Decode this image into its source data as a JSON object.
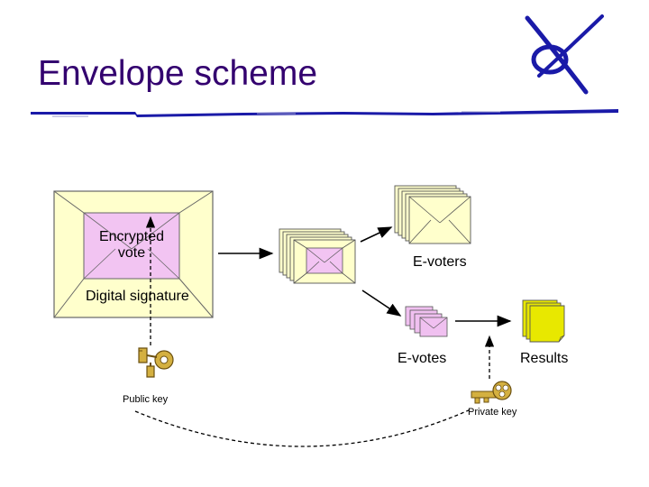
{
  "slide": {
    "title": "Envelope scheme"
  },
  "diagram": {
    "big_envelope": {
      "inner_label_line1": "Encrypted",
      "inner_label_line2": "vote",
      "signature_label": "Digital signature"
    },
    "labels": {
      "e_voters": "E-voters",
      "e_votes": "E-votes",
      "results": "Results",
      "public_key": "Public key",
      "private_key": "Private key"
    },
    "colors": {
      "title": "#33006f",
      "rule": "#1a1aa8",
      "envelope_fill": "#ffffcc",
      "inner_fill": "#f2c4f2",
      "e_vote_fill": "#f0c0f0",
      "results_fill": "#e8e800",
      "key_fill": "#d4b040"
    },
    "icons": [
      "envelope-icon",
      "key-icon",
      "logo-icon"
    ]
  }
}
